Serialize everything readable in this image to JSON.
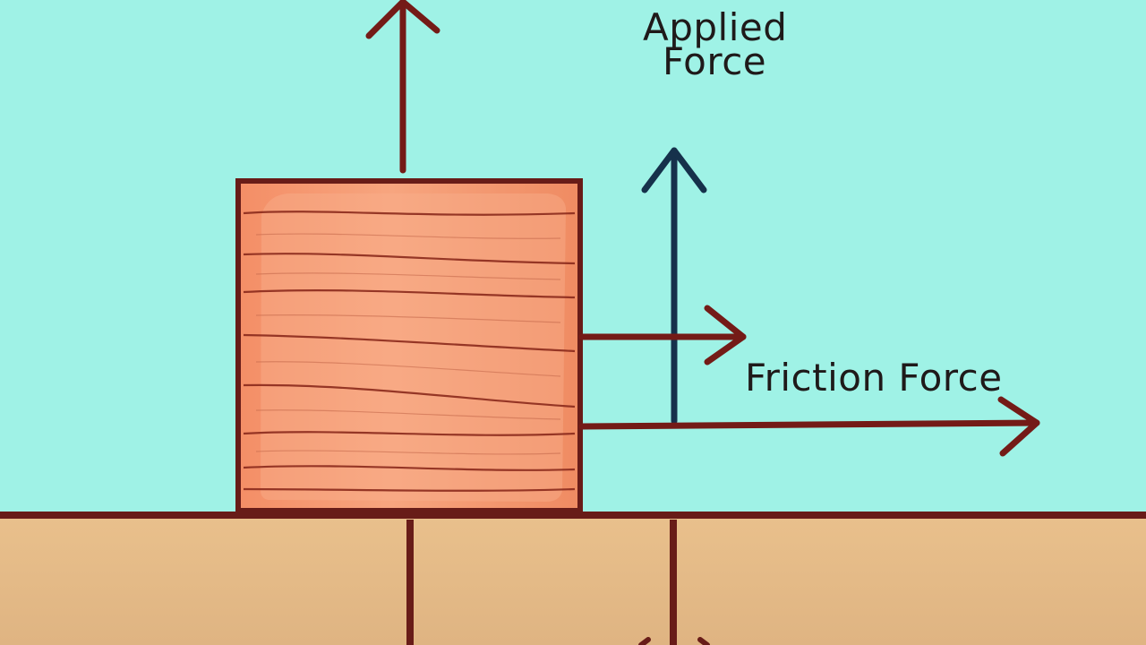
{
  "labels": {
    "applied_force_line1": "Applied",
    "applied_force_line2": "Force",
    "friction_force": "Friction Force"
  },
  "colors": {
    "background": "#9ff2e6",
    "ground": "#e5bc8a",
    "ground_line": "#681c18",
    "block": "#f3a077",
    "block_edge": "#681c18",
    "arrow_dark_red": "#741b17",
    "arrow_navy": "#16314b",
    "text": "#1f1a1a"
  }
}
